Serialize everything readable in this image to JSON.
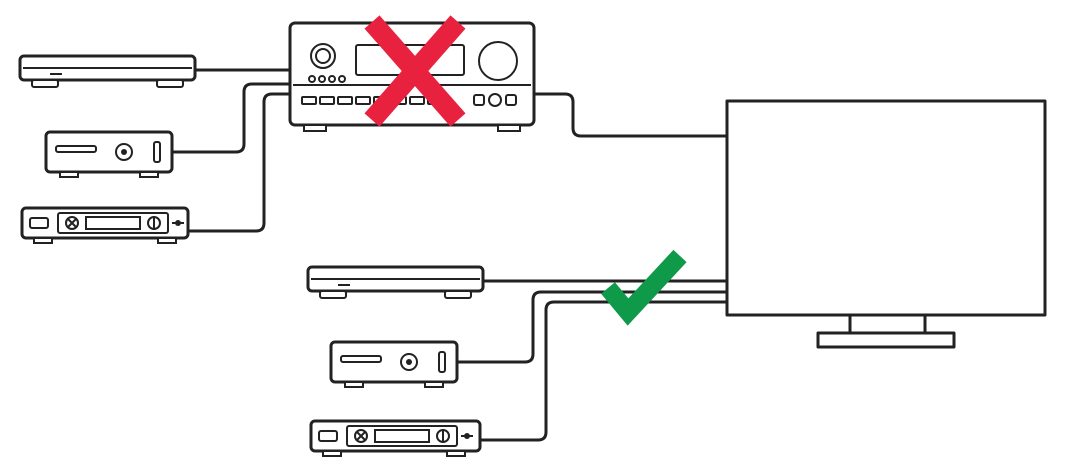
{
  "diagram": {
    "colors": {
      "line": "#222222",
      "background": "#ffffff",
      "cross": "#e8213f",
      "check": "#0f9a4a"
    },
    "marks": {
      "receiver_path": "cross-icon",
      "direct_path": "check-icon"
    },
    "devices": {
      "top_group": [
        "player",
        "game-console",
        "set-top-box"
      ],
      "bottom_group": [
        "player",
        "game-console",
        "set-top-box"
      ],
      "hub": "av-receiver",
      "display": "television"
    }
  }
}
